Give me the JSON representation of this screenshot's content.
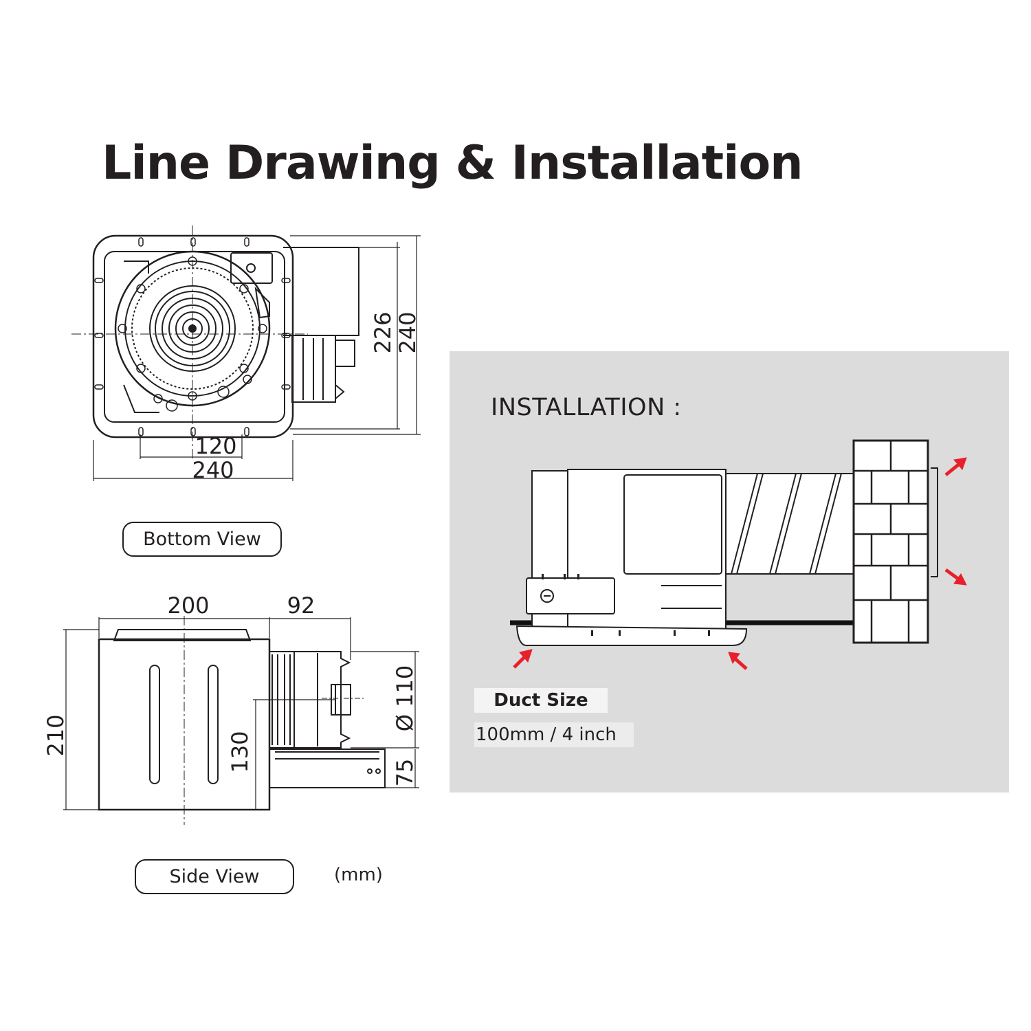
{
  "title": "Line Drawing & Installation",
  "bottom_view": {
    "label": "Bottom View",
    "dims": {
      "depth_inner": "226",
      "depth_outer": "240",
      "outlet_width": "120",
      "width": "240"
    }
  },
  "side_view": {
    "label": "Side View",
    "dims": {
      "body_width": "200",
      "outlet_length": "92",
      "height": "210",
      "outlet_height": "130",
      "outlet_diameter": "Ø 110",
      "bracket_height": "75"
    }
  },
  "unit": "(mm)",
  "installation": {
    "title": "INSTALLATION :",
    "duct_size_label": "Duct Size",
    "duct_size_value": "100mm / 4 inch"
  },
  "colors": {
    "ink": "#231f20",
    "panel_bg": "#dcdcdc",
    "airflow_arrow": "#e8202a"
  }
}
